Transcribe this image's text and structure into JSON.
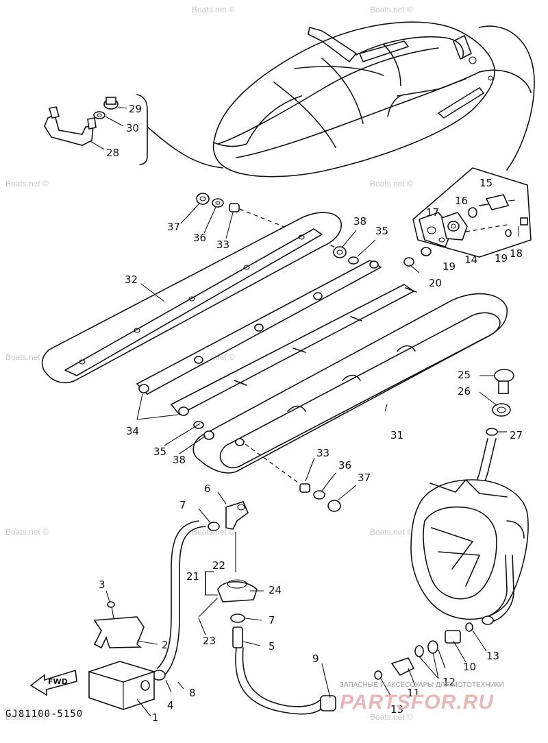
{
  "watermark": "Boats.net ©",
  "diagram_code": "GJ81100-5150",
  "fwd_label": "FWD",
  "shop": {
    "tagline": "ЗАПАСНЫЕ И АКСЕССУАРЫ ДЛЯ МОТОТЕХНИКИ",
    "name": "PARTSFOR.RU"
  },
  "callouts": {
    "c1": "1",
    "c2": "2",
    "c3": "3",
    "c4": "4",
    "c5": "5",
    "c6": "6",
    "c7a": "7",
    "c7b": "7",
    "c8": "8",
    "c9": "9",
    "c10": "10",
    "c11": "11",
    "c12": "12",
    "c13a": "13",
    "c13b": "13",
    "c14": "14",
    "c15": "15",
    "c16": "16",
    "c17": "17",
    "c18": "18",
    "c19a": "19",
    "c19b": "19",
    "c20": "20",
    "c21": "21",
    "c22": "22",
    "c23": "23",
    "c24": "24",
    "c25": "25",
    "c26": "26",
    "c27": "27",
    "c28": "28",
    "c29": "29",
    "c30": "30",
    "c31": "31",
    "c32": "32",
    "c33a": "33",
    "c33b": "33",
    "c34": "34",
    "c35a": "35",
    "c35b": "35",
    "c36a": "36",
    "c36b": "36",
    "c37a": "37",
    "c37b": "37",
    "c38a": "38",
    "c38b": "38"
  }
}
